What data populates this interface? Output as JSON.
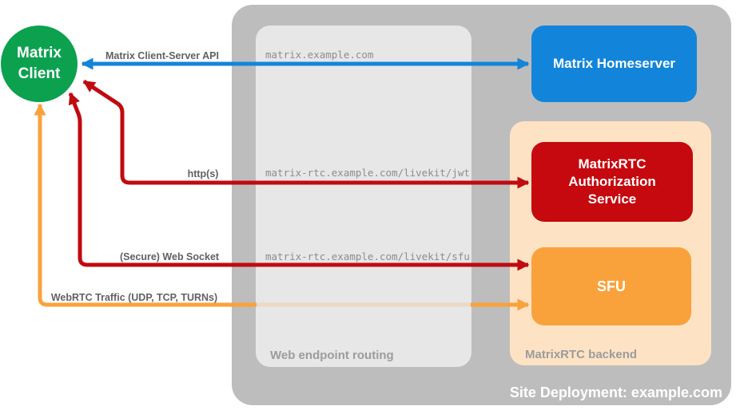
{
  "site": {
    "title": "Site Deployment: example.com"
  },
  "client": {
    "label": "Matrix Client"
  },
  "homeserver": {
    "label": "Matrix Homeserver"
  },
  "routing": {
    "caption": "Web endpoint routing",
    "endpoints": [
      "matrix.example.com",
      "matrix-rtc.example.com/livekit/jwt",
      "matrix-rtc.example.com/livekit/sfu"
    ]
  },
  "backend": {
    "caption": "MatrixRTC backend",
    "auth_service_label": "MatrixRTC Authorization Service",
    "sfu_label": "SFU"
  },
  "connections": [
    {
      "id": "client-server-api",
      "label": "Matrix Client-Server API",
      "color": "#1285da",
      "endpoint": "matrix.example.com"
    },
    {
      "id": "https",
      "label": "http(s)",
      "color": "#c00b10",
      "endpoint": "matrix-rtc.example.com/livekit/jwt"
    },
    {
      "id": "secure-web-socket",
      "label": "(Secure) Web Socket",
      "color": "#c00b10",
      "endpoint": "matrix-rtc.example.com/livekit/sfu"
    },
    {
      "id": "webrtc-traffic",
      "label": "WebRTC Traffic (UDP, TCP, TURNs)",
      "color": "#f9a23c",
      "endpoint": "matrix-rtc.example.com/livekit/sfu"
    }
  ],
  "colors": {
    "accent_blue": "#1285da",
    "accent_red": "#c00b10",
    "accent_red_box": "#c5090e",
    "accent_orange": "#f9a23c",
    "accent_green": "#0ba14f",
    "container_gray": "#bdbdbd",
    "panel_gray": "#e7e7e7",
    "backend_peach": "#fde3c4",
    "fade_overlay": "#e7e7e7"
  }
}
